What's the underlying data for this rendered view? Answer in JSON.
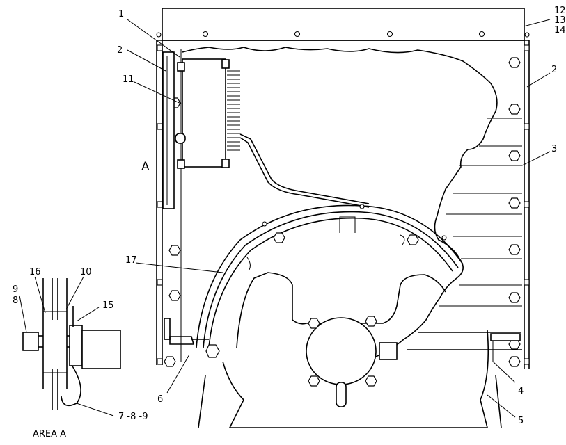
{
  "callouts": {
    "c1": "1",
    "c2_left": "2",
    "c2_right": "2",
    "c3": "3",
    "c4": "4",
    "c5": "5",
    "c6": "6",
    "c7_8_9": "7 -8 -9",
    "c8": "8",
    "c9": "9",
    "c10": "10",
    "c11": "11",
    "c12": "12",
    "c13": "13",
    "c14": "14",
    "c15": "15",
    "c16": "16",
    "c17": "17"
  },
  "view_marker": "A",
  "detail_caption": "AREA A"
}
